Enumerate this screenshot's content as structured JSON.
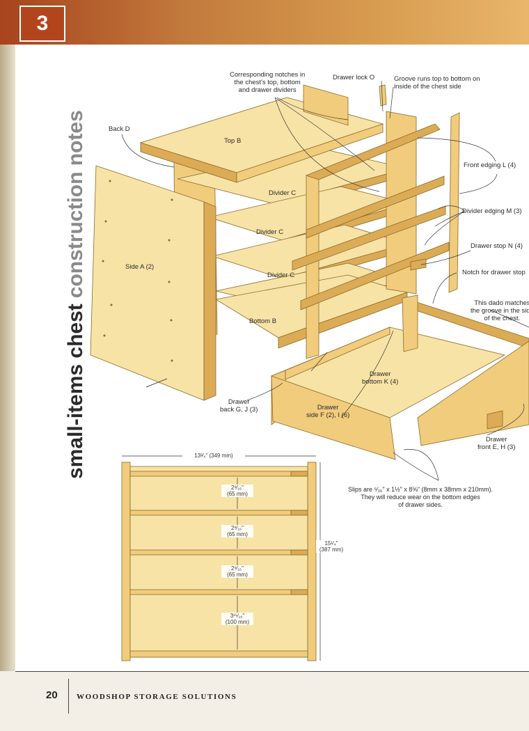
{
  "header": {
    "chapter_number": "3"
  },
  "side_title": {
    "part1": "small-items chest",
    "part2": "construction notes"
  },
  "labels": {
    "notches": [
      "Corresponding notches in",
      "the chest's top, bottom",
      "and drawer dividers"
    ],
    "drawer_lock": "Drawer lock O",
    "groove": [
      "Groove runs top to bottom on",
      "inside of the chest side"
    ],
    "back": "Back D",
    "top": "Top B",
    "front_edging": "Front edging L (4)",
    "divider_c1": "Divider C",
    "divider_c2": "Divider C",
    "divider_c3": "Divider C",
    "divider_edging": "Divider edging M (3)",
    "side_a": "Side A (2)",
    "drawer_stop": "Drawer stop N (4)",
    "notch_stop": "Notch for drawer stop",
    "dado": [
      "This dado matches",
      "the groove in the side",
      "of the chest."
    ],
    "bottom": "Bottom B",
    "drawer_bottom": [
      "Drawer",
      "bottom K (4)"
    ],
    "drawer_back": [
      "Drawer",
      "back G, J (3)"
    ],
    "drawer_side": [
      "Drawer",
      "side F (2), I (6)"
    ],
    "drawer_front": [
      "Drawer",
      "front E, H (3)"
    ],
    "slips": [
      "Slips are ⁵⁄₁₆\" x 1½\" x 8⅝\" (8mm x 38mm x 210mm).",
      "They will reduce wear on the bottom edges",
      "of drawer sides."
    ]
  },
  "dimensions": {
    "width": "13³⁄₄\" (349 mm)",
    "height": [
      "15¹⁄₄\"",
      "(387 mm)"
    ],
    "gap1": [
      "2⁹⁄₁₆\"",
      "(65 mm)"
    ],
    "gap2": [
      "2⁹⁄₁₆\"",
      "(65 mm)"
    ],
    "gap3": [
      "2⁹⁄₁₆\"",
      "(65 mm)"
    ],
    "gap4": [
      "3¹⁵⁄₁₆\"",
      "(100 mm)"
    ]
  },
  "footer": {
    "page_number": "20",
    "book_title": "WOODSHOP STORAGE SOLUTIONS"
  },
  "colors": {
    "wood_light": "#f7dfa0",
    "wood_mid": "#efc97a",
    "wood_dark": "#d9a955",
    "header_red": "#b3451d",
    "title_dark": "#2b2b2b",
    "title_light": "#8a8a8a"
  }
}
